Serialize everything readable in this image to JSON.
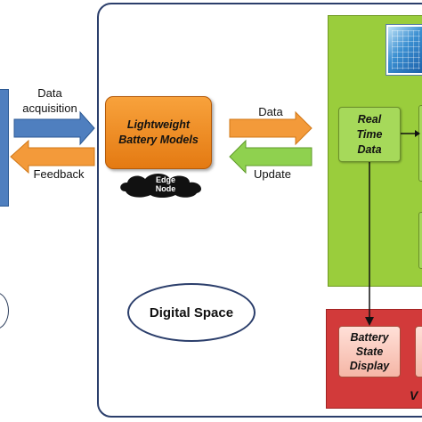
{
  "left": {
    "data_acquisition_label": "Data\nacquisition",
    "feedback_label": "Feedback"
  },
  "edge": {
    "model_label": "Lightweight\nBattery Models",
    "node_label": "Edge\nNode"
  },
  "middle": {
    "data_label": "Data",
    "update_label": "Update"
  },
  "green_panel": {
    "real_time_label": "Real\nTime\nData"
  },
  "red_panel": {
    "display_label": "Battery\nState\nDisplay",
    "corner_text": "V"
  },
  "digital_space_label": "Digital Space",
  "colors": {
    "blue_arrow": "#4f7fbf",
    "orange": "#f39a3a",
    "green_panel": "#9acd3c",
    "light_green_arrow": "#8fd14f",
    "red_panel": "#d23a3a",
    "frame": "#2b3e6b"
  }
}
